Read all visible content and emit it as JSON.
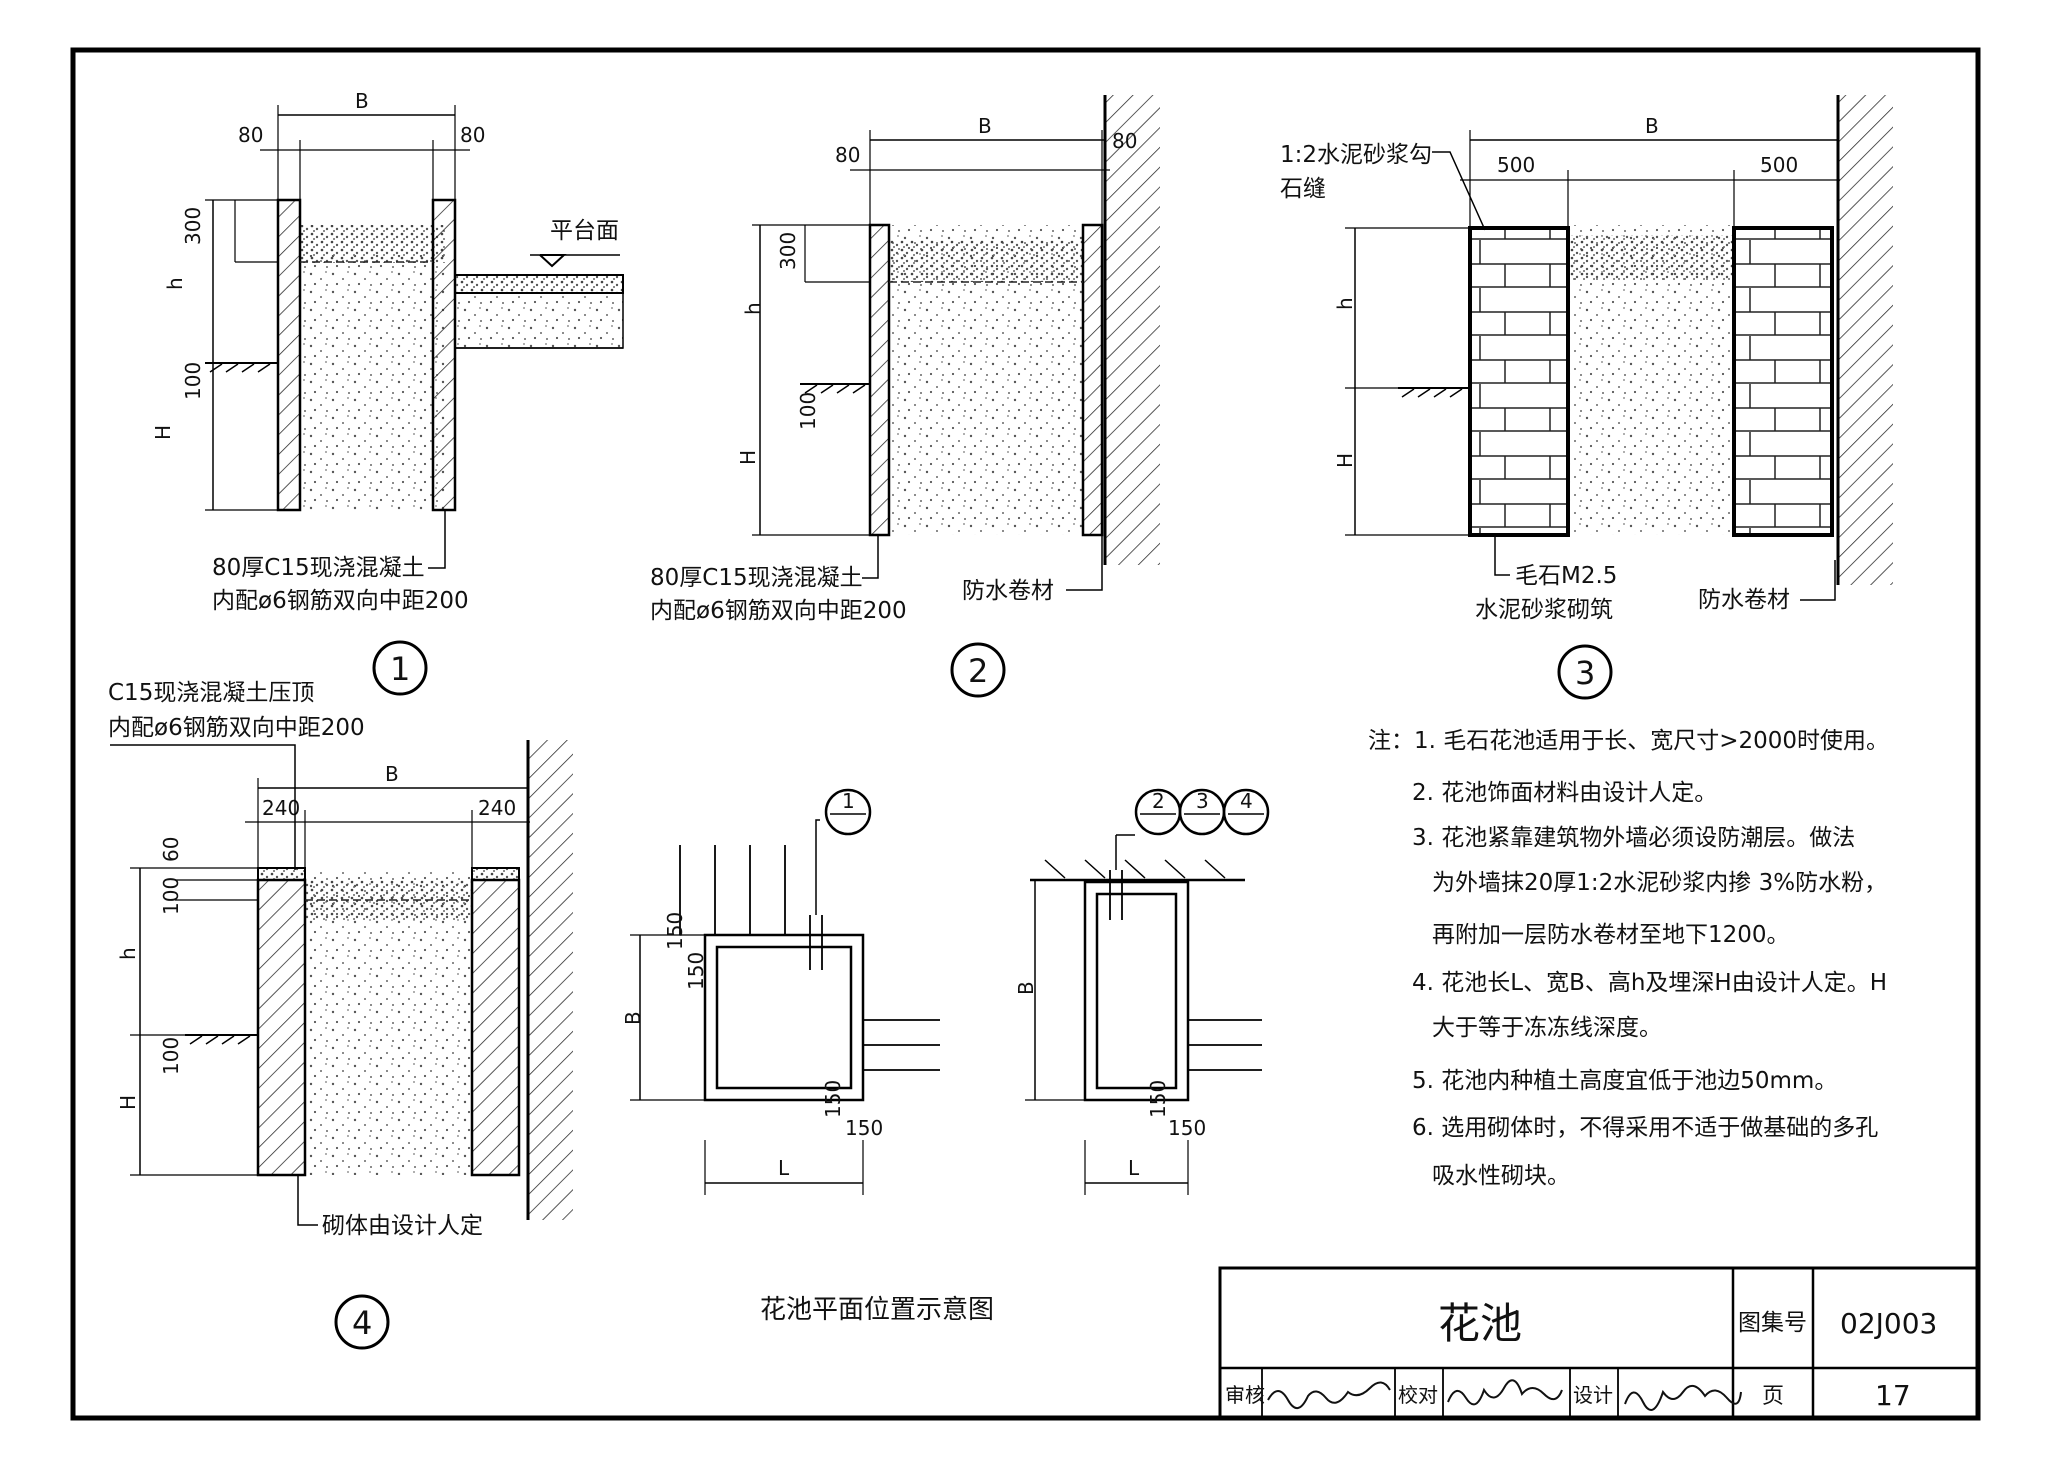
{
  "detail1": {
    "dims": {
      "left": "80",
      "B": "B",
      "right": "80",
      "top": "300",
      "h": "h",
      "d100": "100",
      "H": "H"
    },
    "platform": "平台面",
    "callout": [
      "80厚C15现浇混凝土",
      "内配ø6钢筋双向中距200"
    ],
    "number": "1"
  },
  "detail2": {
    "dims": {
      "left": "80",
      "B": "B",
      "right": "80",
      "top": "300",
      "h": "h",
      "d100": "100",
      "H": "H"
    },
    "callout": [
      "80厚C15现浇混凝土",
      "内配ø6钢筋双向中距200"
    ],
    "membrane": "防水卷材",
    "number": "2"
  },
  "detail3": {
    "dims": {
      "B": "B",
      "left": "500",
      "right": "500",
      "h": "h",
      "H": "H"
    },
    "top_callout": [
      "1:2水泥砂浆勾",
      "石缝"
    ],
    "masonry": [
      "毛石M2.5",
      "水泥砂浆砌筑"
    ],
    "membrane": "防水卷材",
    "number": "3"
  },
  "detail4": {
    "top_callout": [
      "C15现浇混凝土压顶",
      "内配ø6钢筋双向中距200"
    ],
    "dims": {
      "B": "B",
      "left": "240",
      "right": "240",
      "d60": "60",
      "d100a": "100",
      "h": "h",
      "d100b": "100",
      "H": "H"
    },
    "bottom_callout": "砌体由设计人定",
    "number": "4"
  },
  "plan": {
    "title": "花池平面位置示意图",
    "ref1": "1",
    "ref2": "2",
    "ref3": "3",
    "ref4": "4",
    "d150": "150",
    "B": "B",
    "L": "L"
  },
  "notes": [
    "注：1. 毛石花池适用于长、宽尺寸>2000时使用。",
    "2. 花池饰面材料由设计人定。",
    "3. 花池紧靠建筑物外墙必须设防潮层。做法",
    "为外墙抹20厚1:2水泥砂浆内掺 3%防水粉，",
    "再附加一层防水卷材至地下1200。",
    "4. 花池长L、宽B、高h及埋深H由设计人定。H",
    "大于等于冻冻线深度。",
    "5. 花池内种植土高度宜低于池边50mm。",
    "6. 选用砌体时，不得采用不适于做基础的多孔",
    "吸水性砌块。"
  ],
  "titleblock": {
    "title": "花池",
    "atlas_label": "图集号",
    "atlas_no": "02J003",
    "review": "审核",
    "check": "校对",
    "design": "设计",
    "page_label": "页",
    "page_no": "17"
  }
}
